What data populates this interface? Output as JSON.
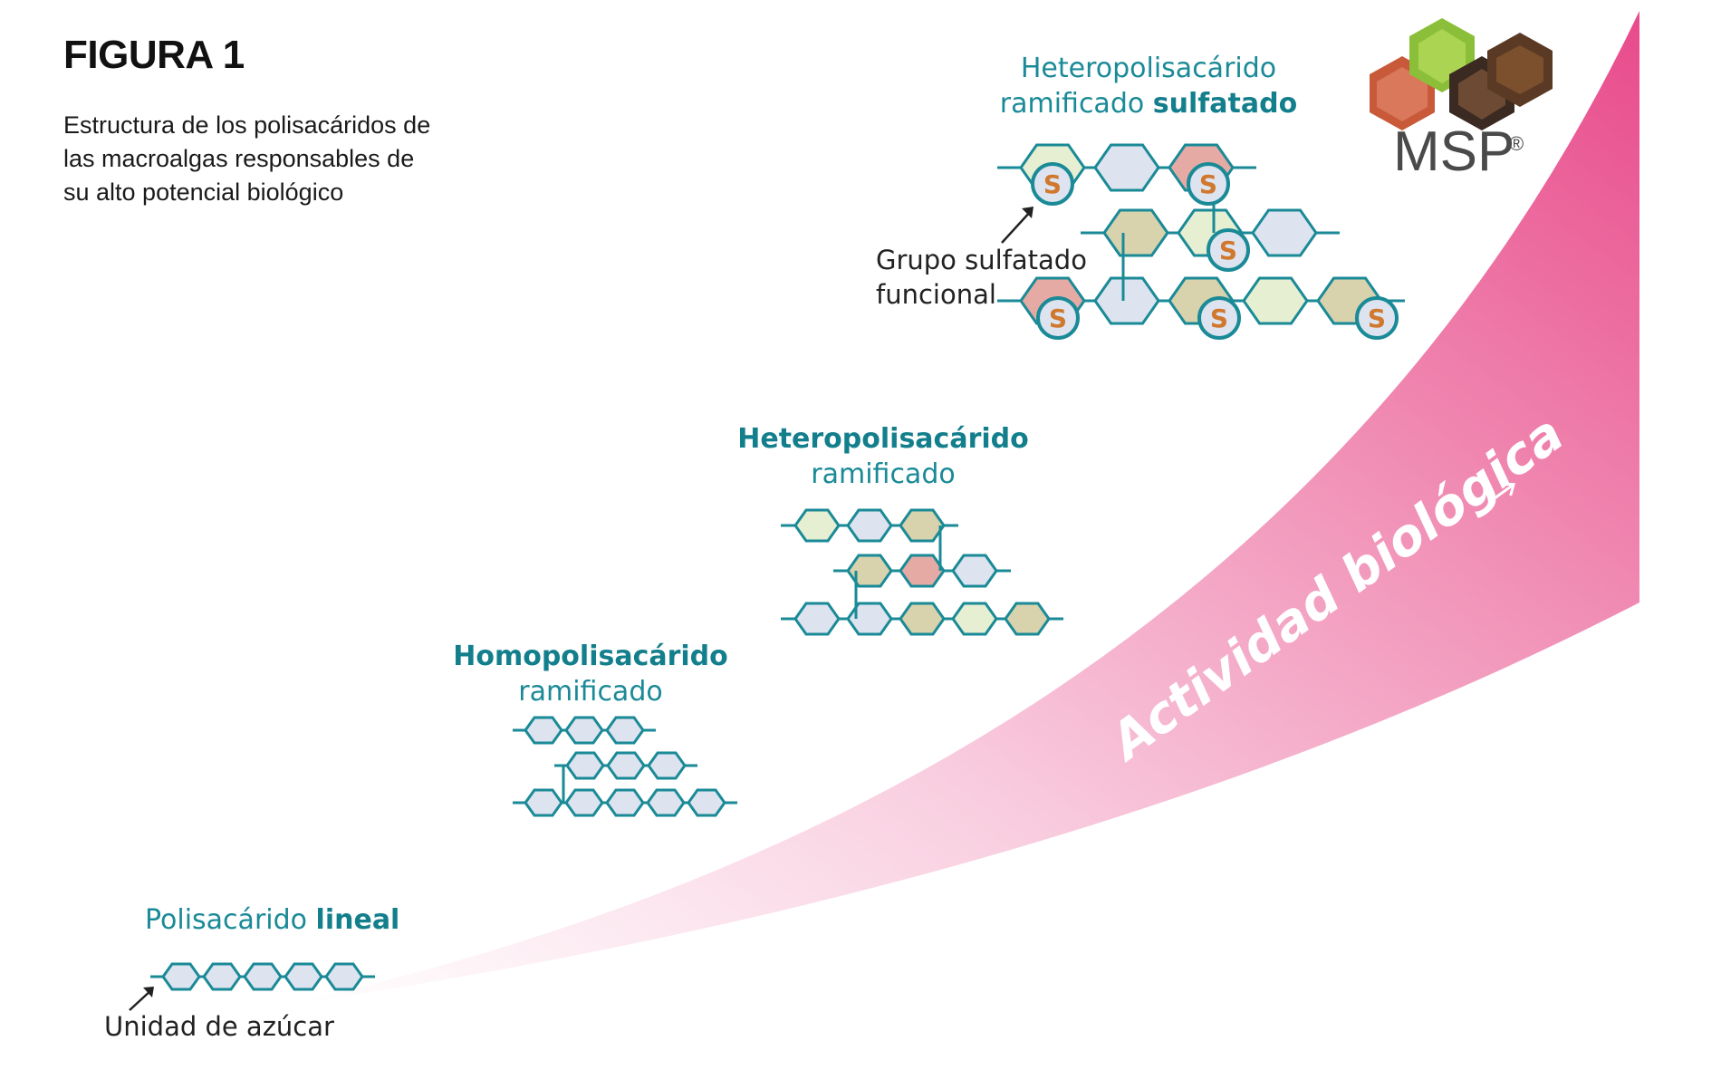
{
  "figure": {
    "title": "FIGURA 1",
    "description": "Estructura de los polisacáridos de las macroalgas responsables de su alto potencial biológico"
  },
  "logo": {
    "text": "MSP",
    "mark": "®"
  },
  "arrow_label": "Actividad biológica",
  "stages": [
    {
      "id": "linear",
      "title_regular": "Polisacárido ",
      "title_bold": "lineal",
      "annotation": "Unidad de azúcar"
    },
    {
      "id": "homo",
      "title_bold": "Homopolisacárido",
      "title_line2": "ramificado"
    },
    {
      "id": "hetero",
      "title_bold": "Heteropolisacárido",
      "title_line2": "ramificado"
    },
    {
      "id": "sulf",
      "title_line1": "Heteropolisacárido",
      "title_line2_regular": "ramificado ",
      "title_line2_bold": "sulfatado",
      "annotation_line1": "Grupo sulfatado",
      "annotation_line2": "funcional",
      "sulfate_symbol": "S"
    }
  ],
  "colors": {
    "teal": "#1a8a97",
    "pink": "#e8588f",
    "blue_unit": "#dde3ef",
    "green_unit": "#e6efd2",
    "tan_unit": "#d8d2ad",
    "red_unit": "#e6aaa5",
    "sulfate": "#d0782e"
  }
}
